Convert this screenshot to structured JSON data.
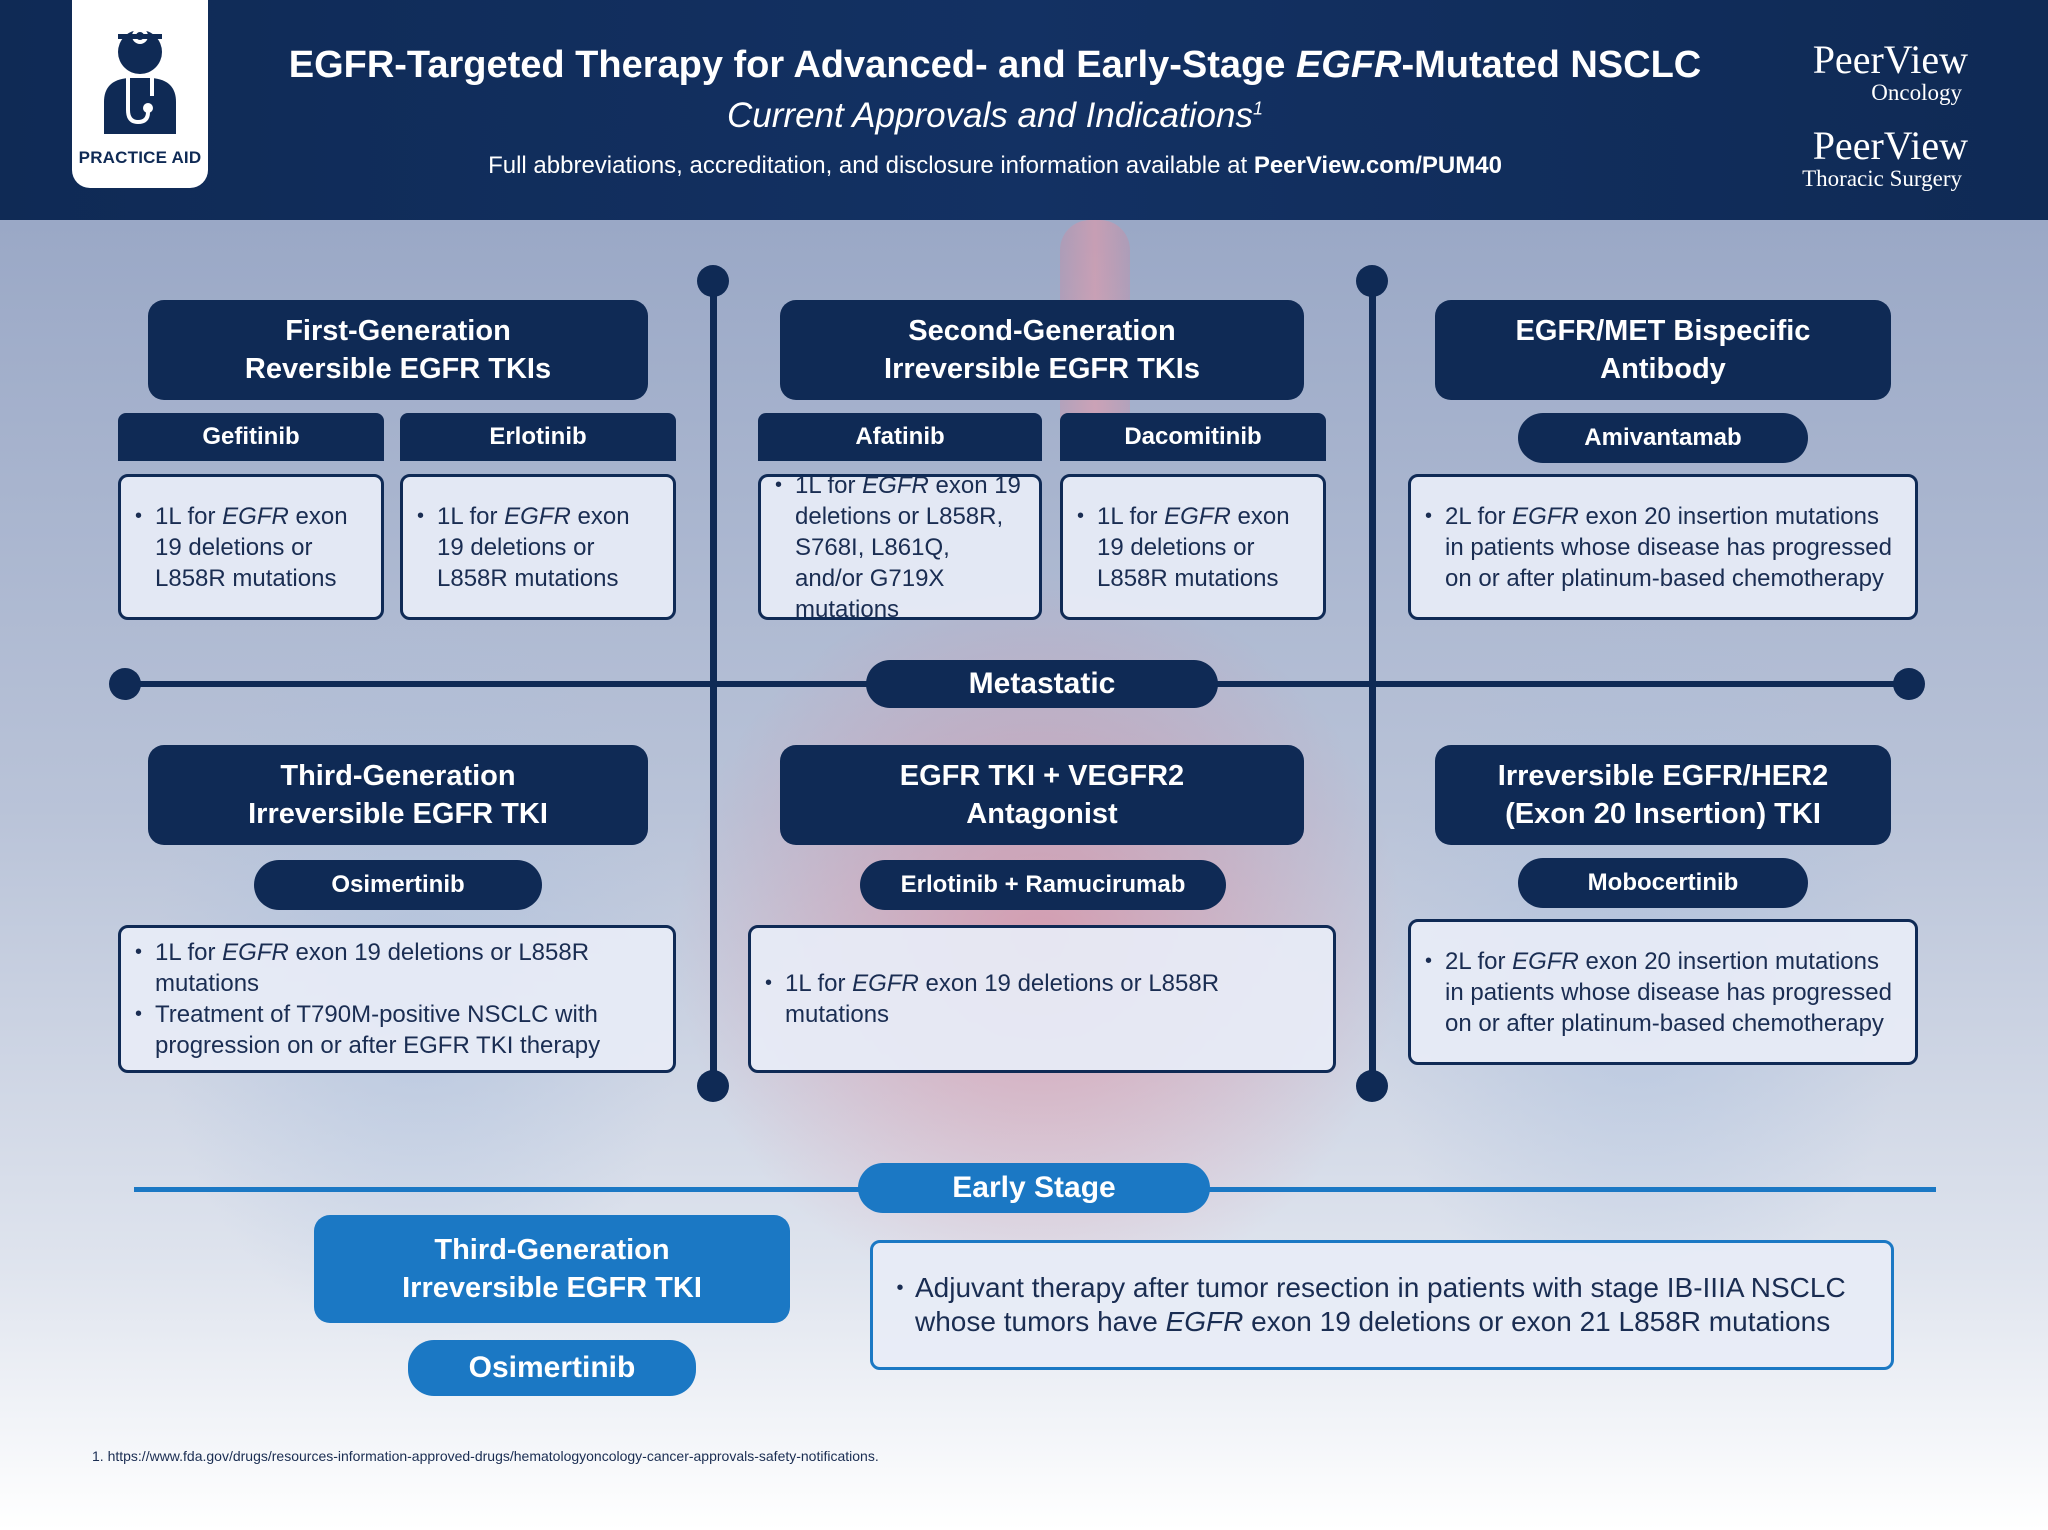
{
  "header": {
    "badge_label": "PRACTICE AID",
    "title": "EGFR-Targeted Therapy for Advanced- and Early-Stage EGFR-Mutated NSCLC",
    "subtitle": "Current Approvals and Indications",
    "subtitle_ref": "1",
    "disclosure_text": "Full abbreviations, accreditation, and disclosure information available at ",
    "disclosure_link": "PeerView.com/PUM40",
    "logo1_main": "PeerView",
    "logo1_sub": "Oncology",
    "logo2_main": "PeerView",
    "logo2_sub": "Thoracic Surgery"
  },
  "metastatic": {
    "label": "Metastatic",
    "top": [
      {
        "category": [
          "First-Generation",
          "Reversible EGFR TKIs"
        ],
        "drugs": [
          {
            "name": "Gefitinib",
            "bullets": [
              "1L for EGFR exon 19 deletions or L858R mutations"
            ]
          },
          {
            "name": "Erlotinib",
            "bullets": [
              "1L for EGFR exon 19 deletions or L858R mutations"
            ]
          }
        ]
      },
      {
        "category": [
          "Second-Generation",
          "Irreversible EGFR TKIs"
        ],
        "drugs": [
          {
            "name": "Afatinib",
            "bullets": [
              "1L for EGFR exon 19 deletions or L858R, S768I, L861Q, and/or G719X mutations"
            ]
          },
          {
            "name": "Dacomitinib",
            "bullets": [
              "1L for EGFR exon 19 deletions or L858R mutations"
            ]
          }
        ]
      },
      {
        "category": [
          "EGFR/MET Bispecific",
          "Antibody"
        ],
        "drugs": [
          {
            "name": "Amivantamab",
            "bullets": [
              "2L for EGFR exon 20 insertion mutations in patients whose disease has progressed on or after platinum-based chemotherapy"
            ]
          }
        ]
      }
    ],
    "bottom": [
      {
        "category": [
          "Third-Generation",
          "Irreversible EGFR TKI"
        ],
        "drugs": [
          {
            "name": "Osimertinib",
            "bullets": [
              "1L for EGFR exon 19 deletions or L858R mutations",
              "Treatment of T790M-positive NSCLC with progression on or after EGFR TKI therapy"
            ]
          }
        ]
      },
      {
        "category": [
          "EGFR TKI + VEGFR2",
          "Antagonist"
        ],
        "drugs": [
          {
            "name": "Erlotinib + Ramucirumab",
            "bullets": [
              "1L for EGFR exon 19 deletions or L858R mutations"
            ]
          }
        ]
      },
      {
        "category": [
          "Irreversible EGFR/HER2",
          "(Exon 20 Insertion) TKI"
        ],
        "drugs": [
          {
            "name": "Mobocertinib",
            "bullets": [
              "2L for EGFR exon 20 insertion mutations in patients whose disease has progressed on or after platinum-based chemotherapy"
            ]
          }
        ]
      }
    ]
  },
  "early_stage": {
    "label": "Early Stage",
    "category": [
      "Third-Generation",
      "Irreversible EGFR TKI"
    ],
    "drug": "Osimertinib",
    "bullets": [
      "Adjuvant therapy after tumor resection in patients with stage IB-IIIA NSCLC whose tumors have EGFR exon 19 deletions or exon 21 L858R mutations"
    ]
  },
  "footnote": "1. https://www.fda.gov/drugs/resources-information-approved-drugs/hematologyoncology-cancer-approvals-safety-notifications.",
  "colors": {
    "navy": "#0f2a55",
    "early_blue": "#1b78c4",
    "box_fill": "#e7ecf6"
  }
}
